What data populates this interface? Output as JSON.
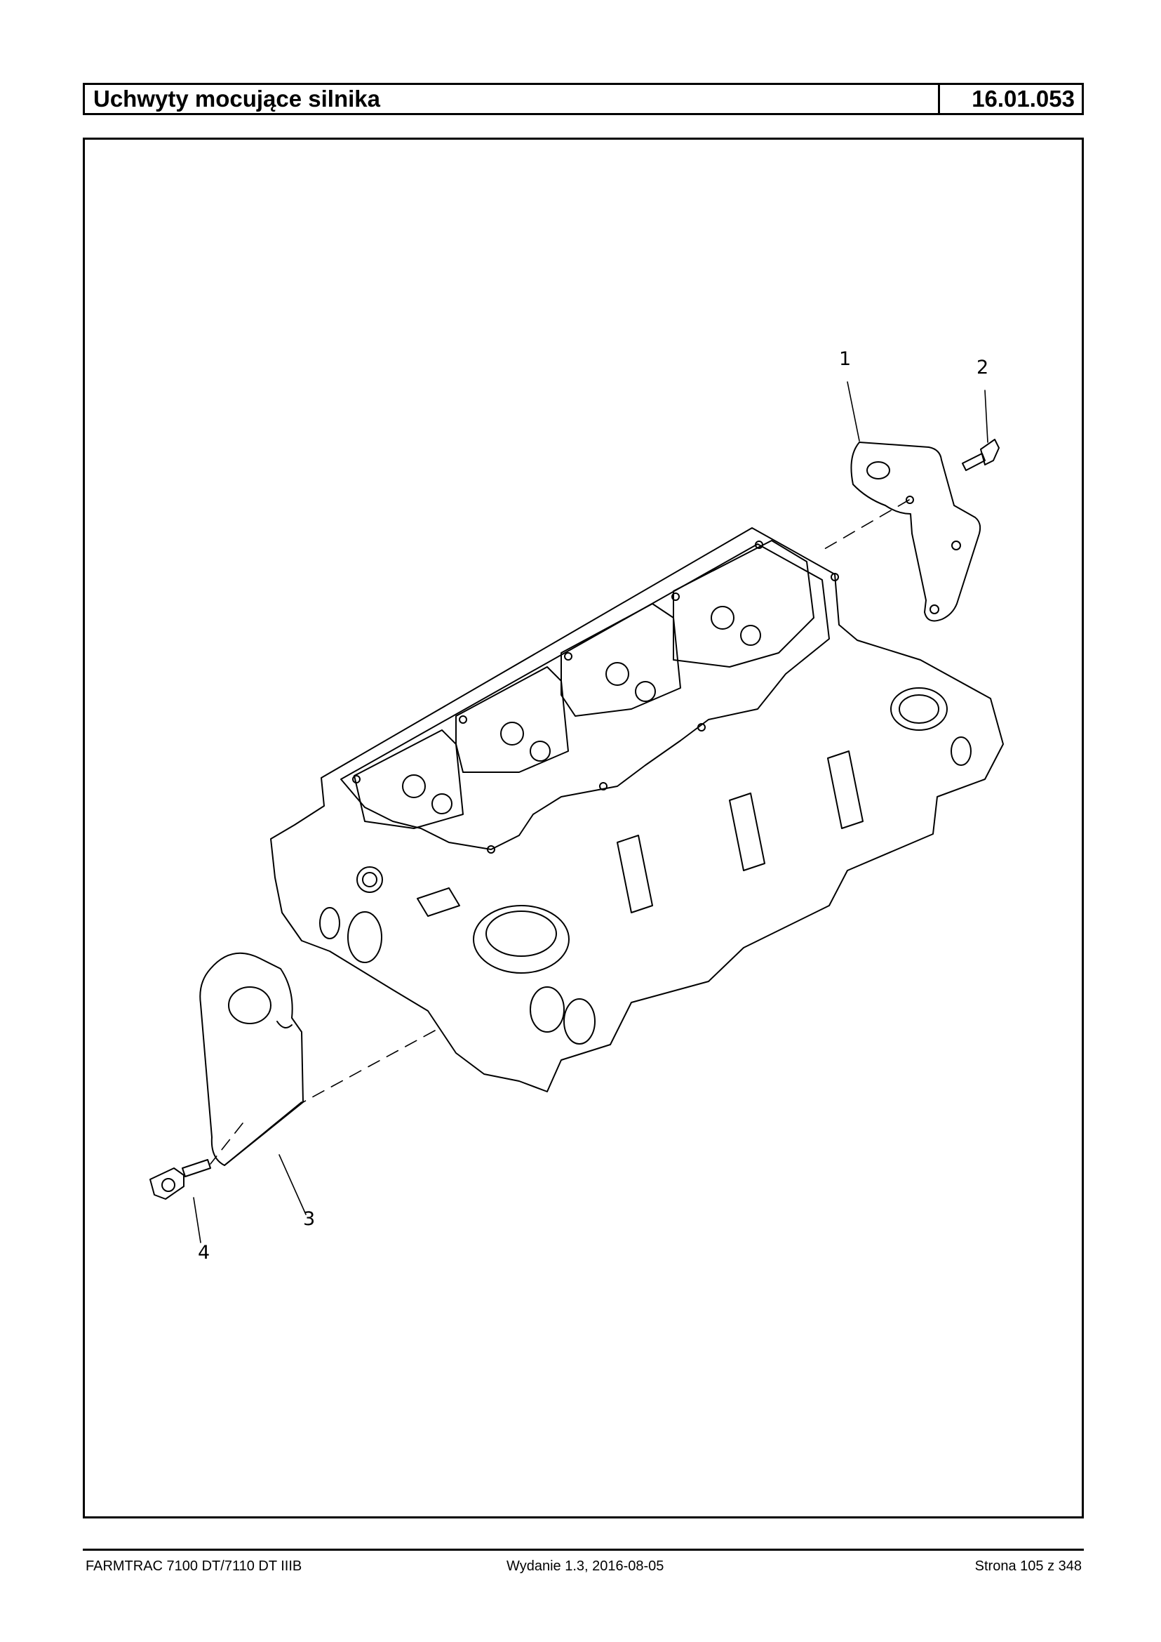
{
  "header": {
    "title": "Uchwyty mocujące silnika",
    "code": "16.01.053"
  },
  "callouts": [
    "1",
    "2",
    "3",
    "4"
  ],
  "footer": {
    "model": "FARMTRAC 7100 DT/7110 DT IIIB",
    "edition": "Wydanie 1.3,  2016-08-05",
    "page": "Strona 105 z 348"
  }
}
